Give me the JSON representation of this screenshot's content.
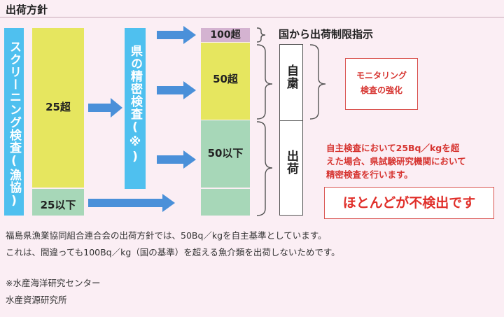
{
  "header": {
    "title": "出荷方針"
  },
  "left": {
    "screening": "スクリーニング検査(漁協)",
    "over25": "25超",
    "under25": "25以下"
  },
  "prefecture": {
    "label": "県の精密検査(※)"
  },
  "stack": {
    "over100": "100超",
    "over50": "50超",
    "under50": "50以下"
  },
  "national_restriction": "国から出荷制限指示",
  "self_restraint": "自粛",
  "shipment": "出荷",
  "monitoring": {
    "line1": "モニタリング",
    "line2": "検査の強化"
  },
  "note": {
    "line1": "自主検査において25Bq／kgを超",
    "line2": "えた場合、県試験研究機関において",
    "line3": "精密検査を行います。"
  },
  "not_detected": "ほとんどが不検出です",
  "body": {
    "line1": "福島県漁業協同組合連合会の出荷方針では、50Bq／kgを自主基準としています。",
    "line2": "これは、間違っても100Bq／kg（国の基準）を超える魚介類を出荷しないためです。",
    "credit1": "※水産海洋研究センター",
    "credit2": "水産資源研究所"
  },
  "colors": {
    "blue": "#4fc0ef",
    "arrow": "#4a90d9",
    "yellow": "#e6e65f",
    "green": "#a7d7b8",
    "purple": "#d4b3d1",
    "red": "#d6332f",
    "background": "#fbeef4"
  }
}
